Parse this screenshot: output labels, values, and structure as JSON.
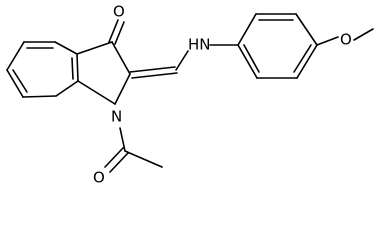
{
  "molecule": {
    "atoms": {
      "O_ketone": "O",
      "N_amine": "HN",
      "O_methoxy": "O",
      "N_ring": "N",
      "O_acetyl": "O"
    }
  },
  "colors": {
    "bond": "#000000",
    "label": "#000000",
    "background": "#ffffff"
  }
}
